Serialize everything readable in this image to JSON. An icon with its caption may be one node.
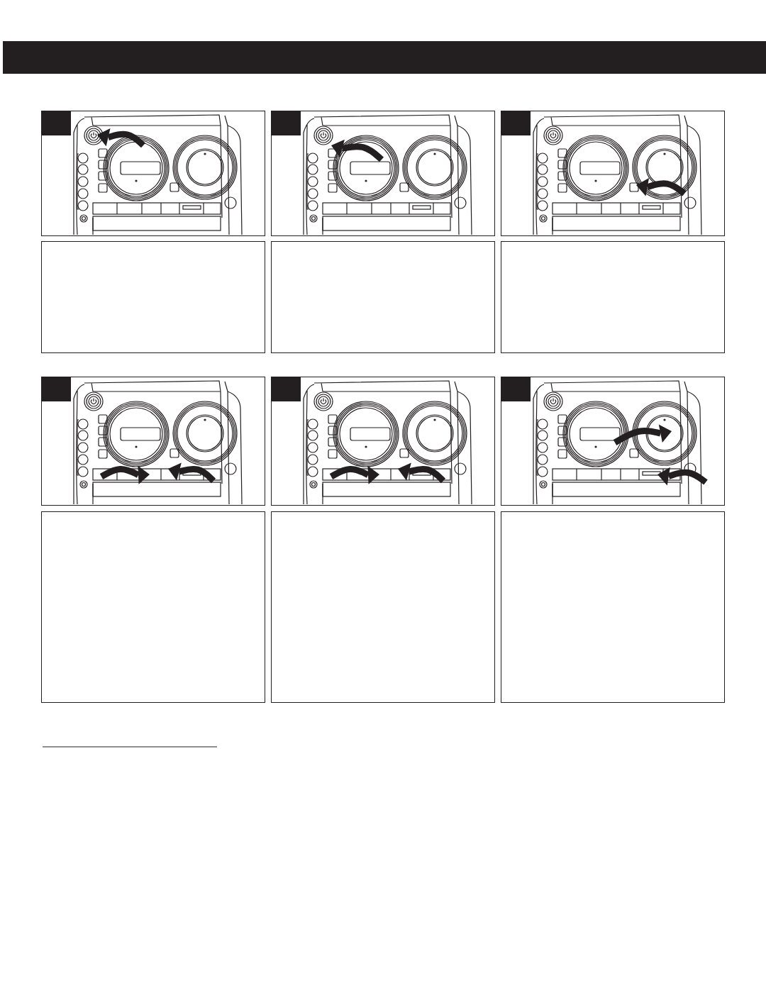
{
  "diagram": {
    "nodes": [
      {
        "text": [],
        "shape": "bar"
      },
      {
        "text": [],
        "shape": "box"
      },
      {
        "text": [],
        "shape": "box",
        "in": 1
      },
      {
        "text": [],
        "shape": "box"
      },
      {
        "text": [],
        "shape": "box",
        "in": 3
      },
      {
        "text": [],
        "shape": "box"
      },
      {
        "text": [],
        "shape": "box",
        "in": 5
      },
      {
        "text": [],
        "shape": "box"
      },
      {
        "text": [],
        "shape": "box"
      },
      {
        "text": [],
        "shape": "box"
      },
      {
        "text": [],
        "shape": "box"
      },
      {
        "text": [],
        "shape": "box",
        "in": 10
      },
      {
        "text": [],
        "shape": "box"
      },
      {
        "text": [],
        "shape": "box",
        "in": 12
      },
      {
        "text": [],
        "shape": "box"
      },
      {
        "text": [],
        "shape": "box",
        "in": 14
      },
      {
        "text": [],
        "shape": "box"
      },
      {
        "text": [],
        "shape": "box"
      },
      {
        "text": [],
        "shape": "box"
      }
    ]
  }
}
